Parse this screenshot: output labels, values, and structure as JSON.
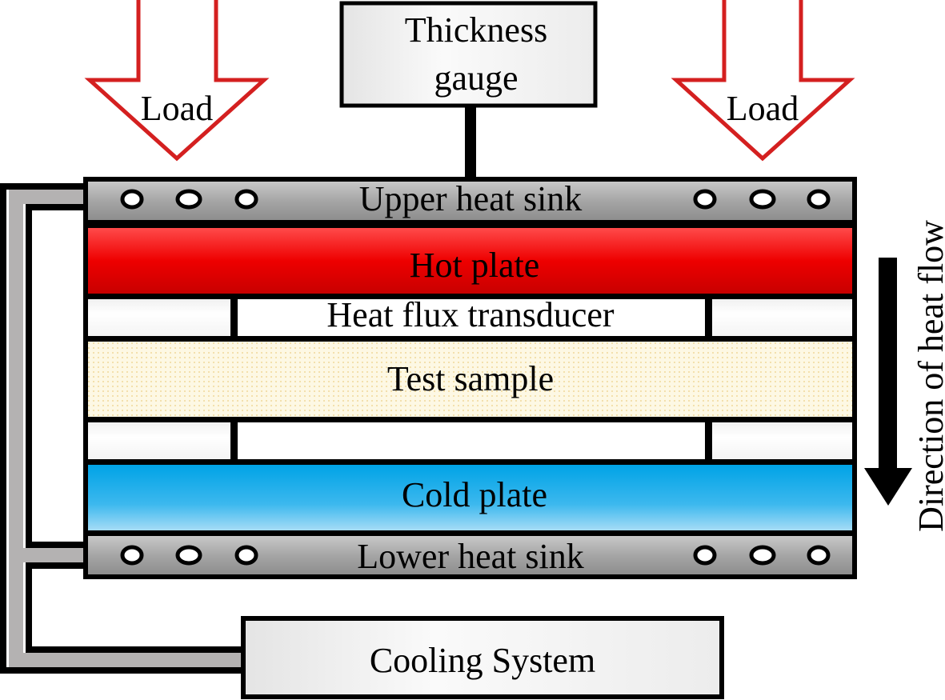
{
  "labels": {
    "thickness_gauge_line1": "Thickness",
    "thickness_gauge_line2": "gauge",
    "load_left": "Load",
    "load_right": "Load",
    "upper_heat_sink": "Upper heat sink",
    "hot_plate": "Hot plate",
    "heat_flux_transducer": "Heat flux transducer",
    "test_sample": "Test sample",
    "cold_plate": "Cold plate",
    "lower_heat_sink": "Lower heat sink",
    "cooling_system": "Cooling System",
    "direction_of_heat_flow": "Direction of heat flow"
  },
  "colors": {
    "load_arrow": "#d42020",
    "hot_plate": "#ee0000",
    "cold_plate": "#12a8e8",
    "heat_sink": "#a8a8a8",
    "test_sample": "#fdf6dc"
  }
}
